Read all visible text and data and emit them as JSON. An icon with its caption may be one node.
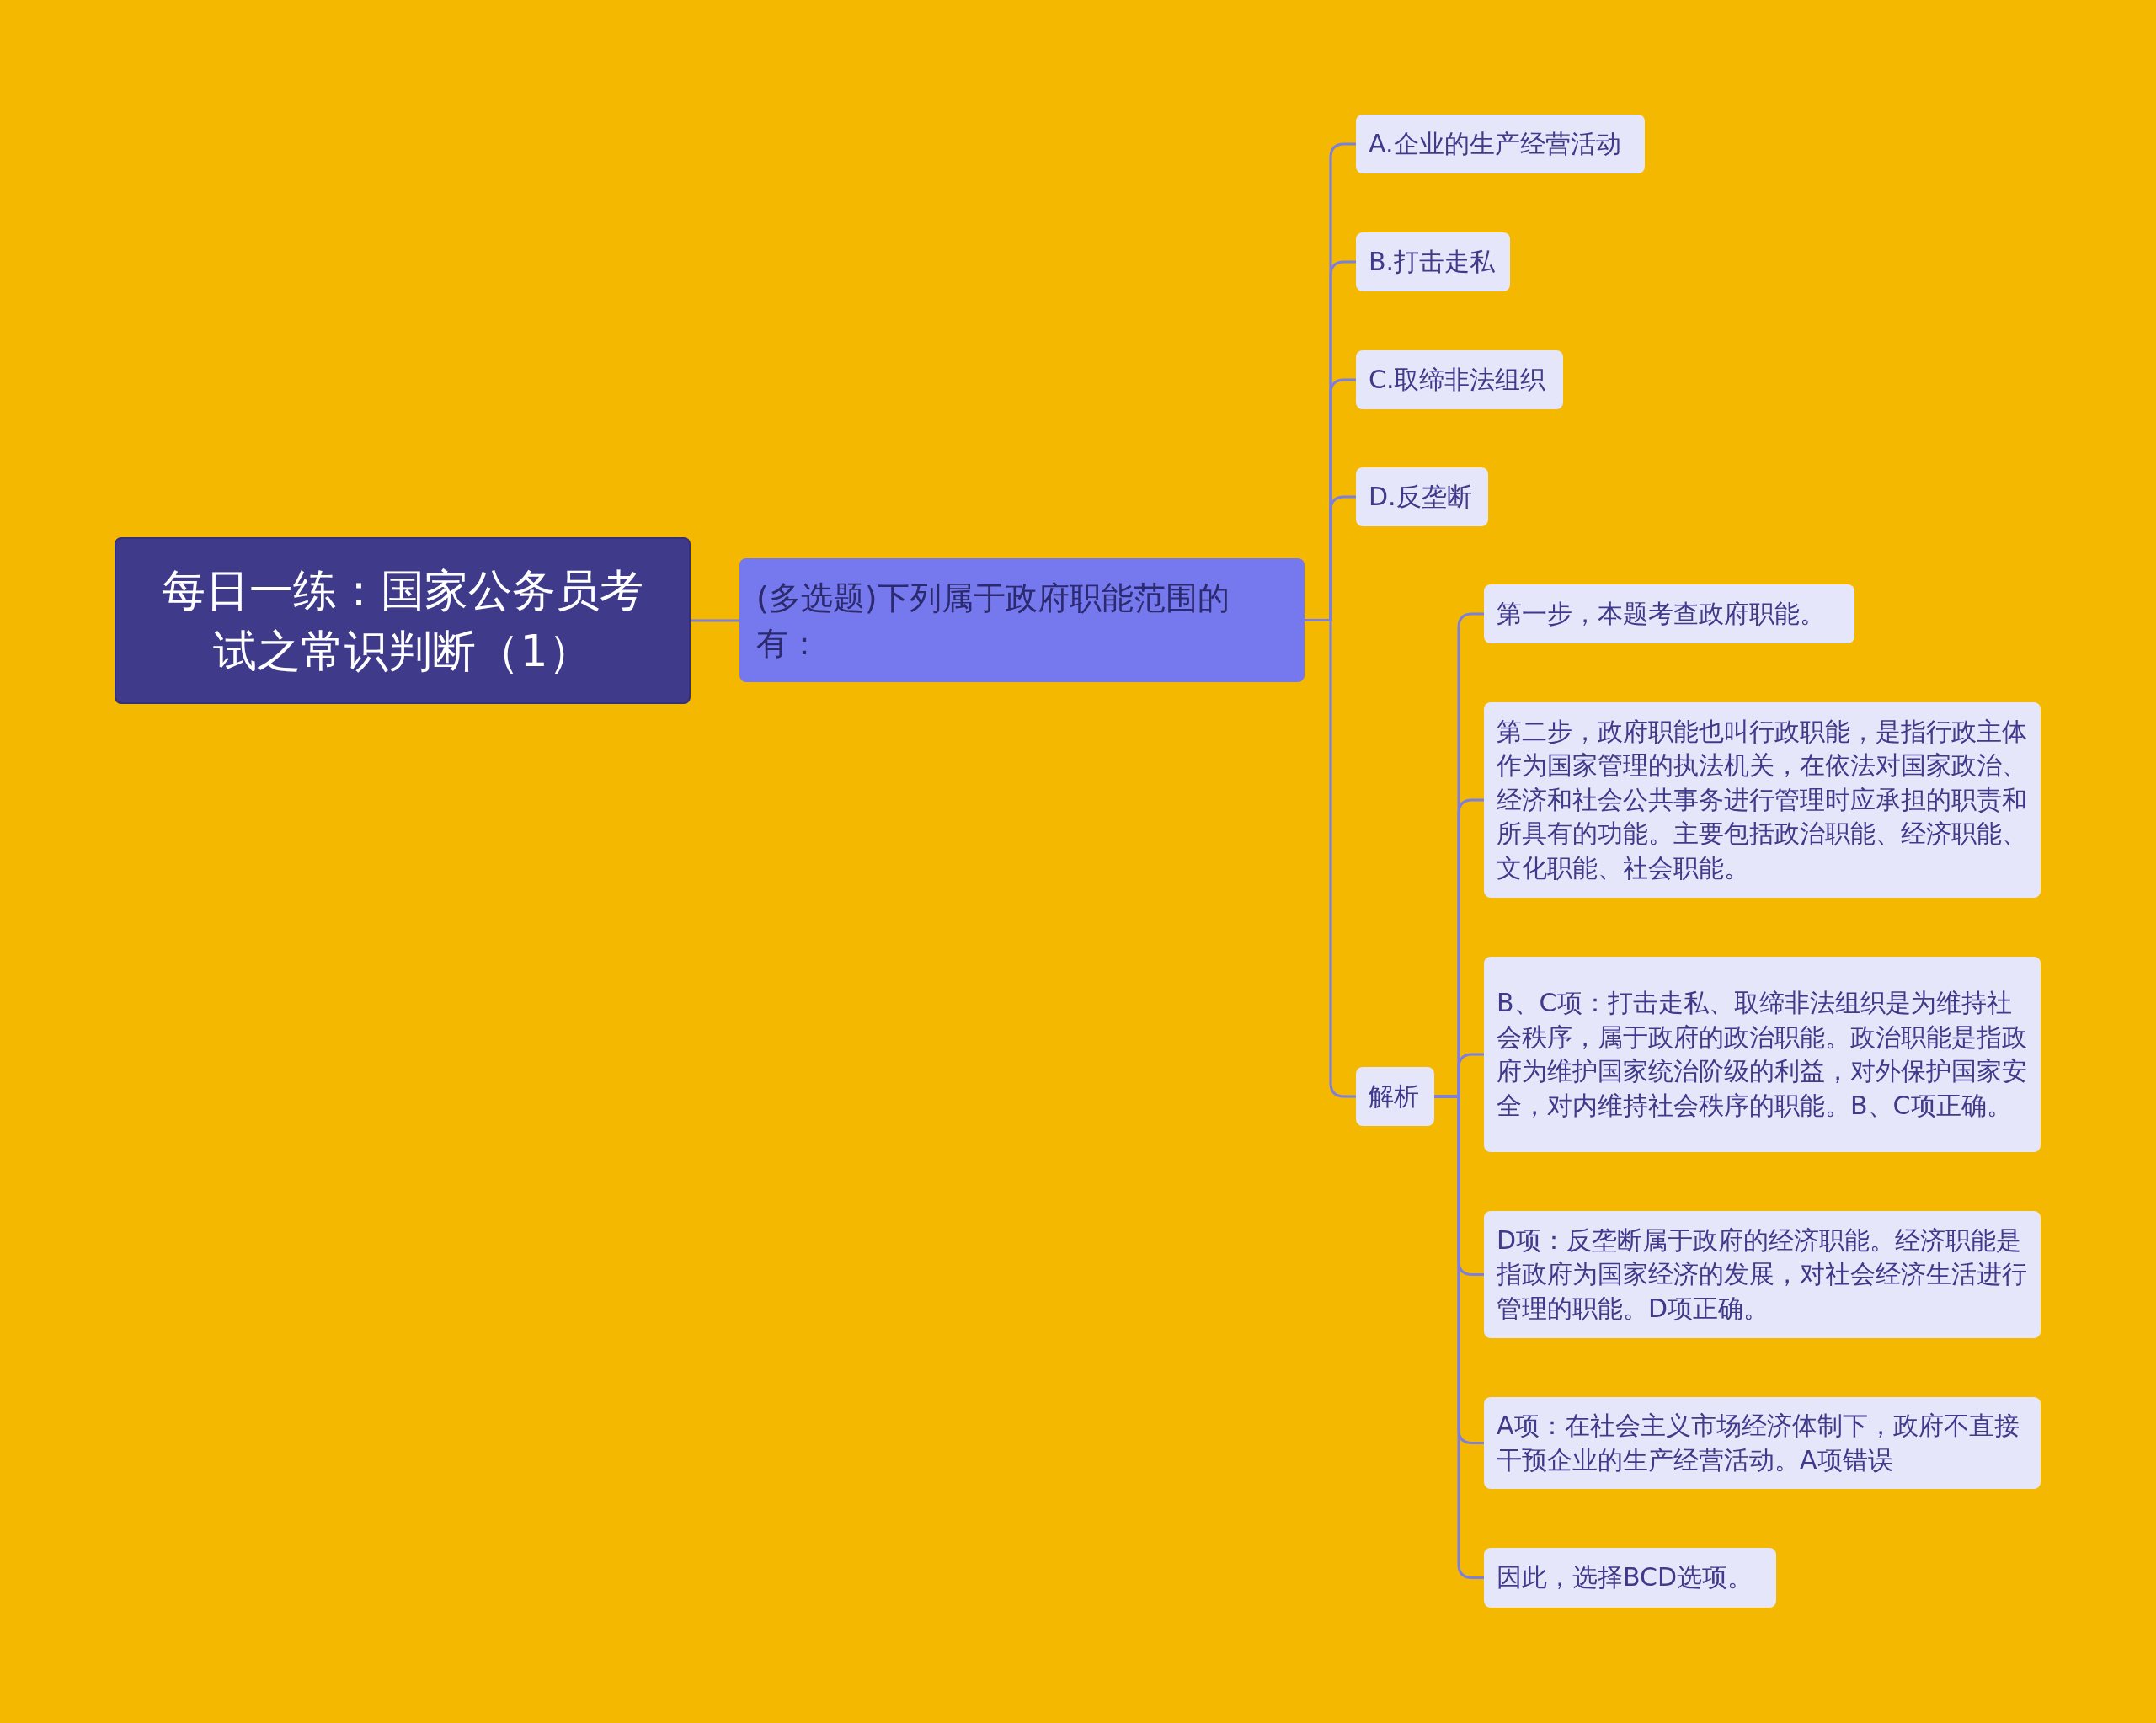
{
  "diagram": {
    "nodes": [
      {
        "text": [
          "每日一练：国家公务员考试之常识判断（1）"
        ]
      },
      {
        "text": [
          "(多选题)下列属于政府职能范围的有："
        ]
      },
      {
        "text": [
          "A.企业的生产经营活动"
        ]
      },
      {
        "text": [
          "B.打击走私"
        ]
      },
      {
        "text": [
          "C.取缔非法组织"
        ]
      },
      {
        "text": [
          "D.反垄断"
        ]
      },
      {
        "text": [
          "解析"
        ]
      },
      {
        "text": [
          "第一步，本题考查政府职能。"
        ]
      },
      {
        "text": [
          "第二步，政府职能也叫行政职能，是指行政主体作为国家管理的执法机关，在依法对国家政治、经济和社会公共事务进行管理时应承担的职责和所具有的功能。主要包括政治职能、经济职能、文化职能、社会职能。"
        ]
      },
      {
        "text": [
          "B、C项：打击走私、取缔非法组织是为维持社会秩序，属于政府的政治职能。政治职能是指政府为维护国家统治阶级的利益，对外保护国家安全，对内维持社会秩序的职能。B、C项正确。"
        ]
      },
      {
        "text": [
          "D项：反垄断属于政府的经济职能。经济职能是指政府为国家经济的发展，对社会经济生活进行管理的职能。D项正确。"
        ]
      },
      {
        "text": [
          "A项：在社会主义市场经济体制下，政府不直接干预企业的生产经营活动。A项错误"
        ]
      },
      {
        "text": [
          "因此，选择BCD选项。"
        ]
      }
    ],
    "edges": [
      {
        "from": 0,
        "to": 1,
        "arrow": "none"
      },
      {
        "from": 1,
        "to": 2,
        "arrow": "none"
      },
      {
        "from": 1,
        "to": 3,
        "arrow": "none"
      },
      {
        "from": 1,
        "to": 4,
        "arrow": "none"
      },
      {
        "from": 1,
        "to": 5,
        "arrow": "none"
      },
      {
        "from": 1,
        "to": 6,
        "arrow": "none"
      },
      {
        "from": 6,
        "to": 7,
        "arrow": "none"
      },
      {
        "from": 6,
        "to": 8,
        "arrow": "none"
      },
      {
        "from": 6,
        "to": 9,
        "arrow": "none"
      },
      {
        "from": 6,
        "to": 10,
        "arrow": "none"
      },
      {
        "from": 6,
        "to": 11,
        "arrow": "none"
      },
      {
        "from": 6,
        "to": 12,
        "arrow": "none"
      }
    ]
  }
}
